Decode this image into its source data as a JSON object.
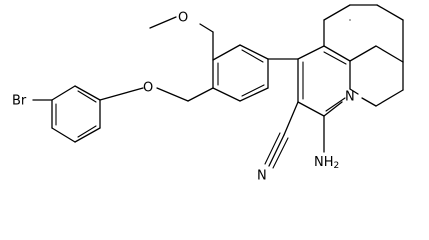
{
  "structure": {
    "atoms": {
      "methoxy_o": "O",
      "ether_o": "O",
      "bromine": "Br",
      "pyridine_n": "N",
      "nitrile_n": "N",
      "amino": "NH",
      "amino_sub": "2"
    }
  }
}
